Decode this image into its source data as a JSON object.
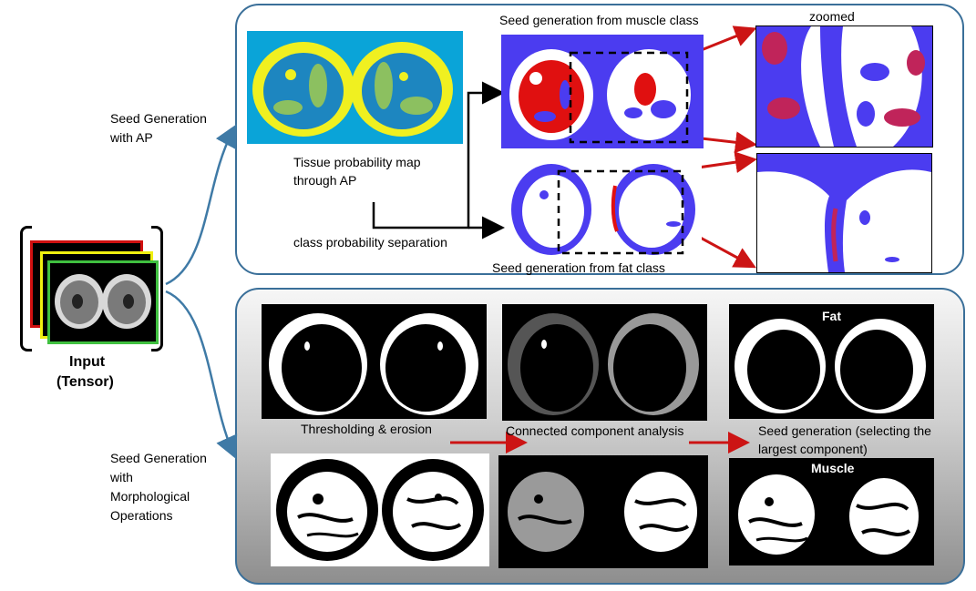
{
  "input": {
    "title": "Input",
    "subtitle": "(Tensor)"
  },
  "branches": {
    "ap_label_line1": "Seed Generation",
    "ap_label_line2": "with AP",
    "morph_label_line1": "Seed Generation",
    "morph_label_line2": "with",
    "morph_label_line3": "Morphological",
    "morph_label_line4": "Operations"
  },
  "top_panel": {
    "muscle_title": "Seed generation from muscle class",
    "zoomed_title": "zoomed",
    "prob_map_line1": "Tissue probability map",
    "prob_map_line2": "through AP",
    "separation": "class probability separation",
    "fat_title": "Seed generation from fat class"
  },
  "bottom_panel": {
    "fat_label": "Fat",
    "muscle_label": "Muscle",
    "step1": "Thresholding & erosion",
    "step2": "Connected component analysis",
    "step3_line1": "Seed generation (selecting the",
    "step3_line2": "largest component)"
  },
  "colors": {
    "panel_border": "#3a6f99",
    "arrow_blue": "#3f7aa6",
    "arrow_red": "#cc1414",
    "seed_blue": "#4b3cf0",
    "seed_red": "#e01010"
  }
}
